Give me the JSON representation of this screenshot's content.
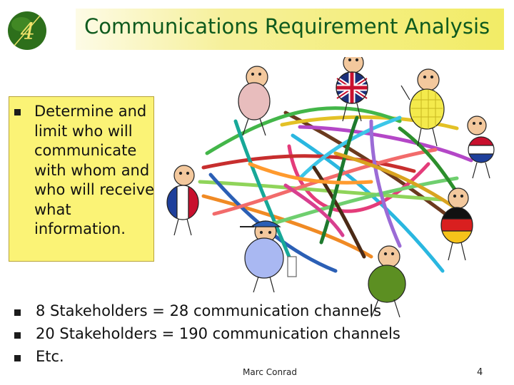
{
  "slide": {
    "number_badge": "4",
    "title": "Communications Requirement Analysis",
    "box_bullet": "Determine and limit who will communicate with whom and who will receive what information.",
    "bullets": [
      "8 Stakeholders = 28 communication channels",
      "20 Stakeholders = 190 communication channels",
      "Etc."
    ],
    "footer": "Marc Conrad",
    "page_number": "4"
  },
  "colors": {
    "title_text": "#0f5a1e",
    "title_bar": "#f2ec66",
    "box_fill": "#fbf376",
    "badge_fill": "#2d6f1b",
    "badge_text": "#f0e26a"
  },
  "illustration": {
    "stick_figures": 8,
    "flags": [
      "united-kingdom",
      "netherlands",
      "france",
      "germany"
    ]
  }
}
